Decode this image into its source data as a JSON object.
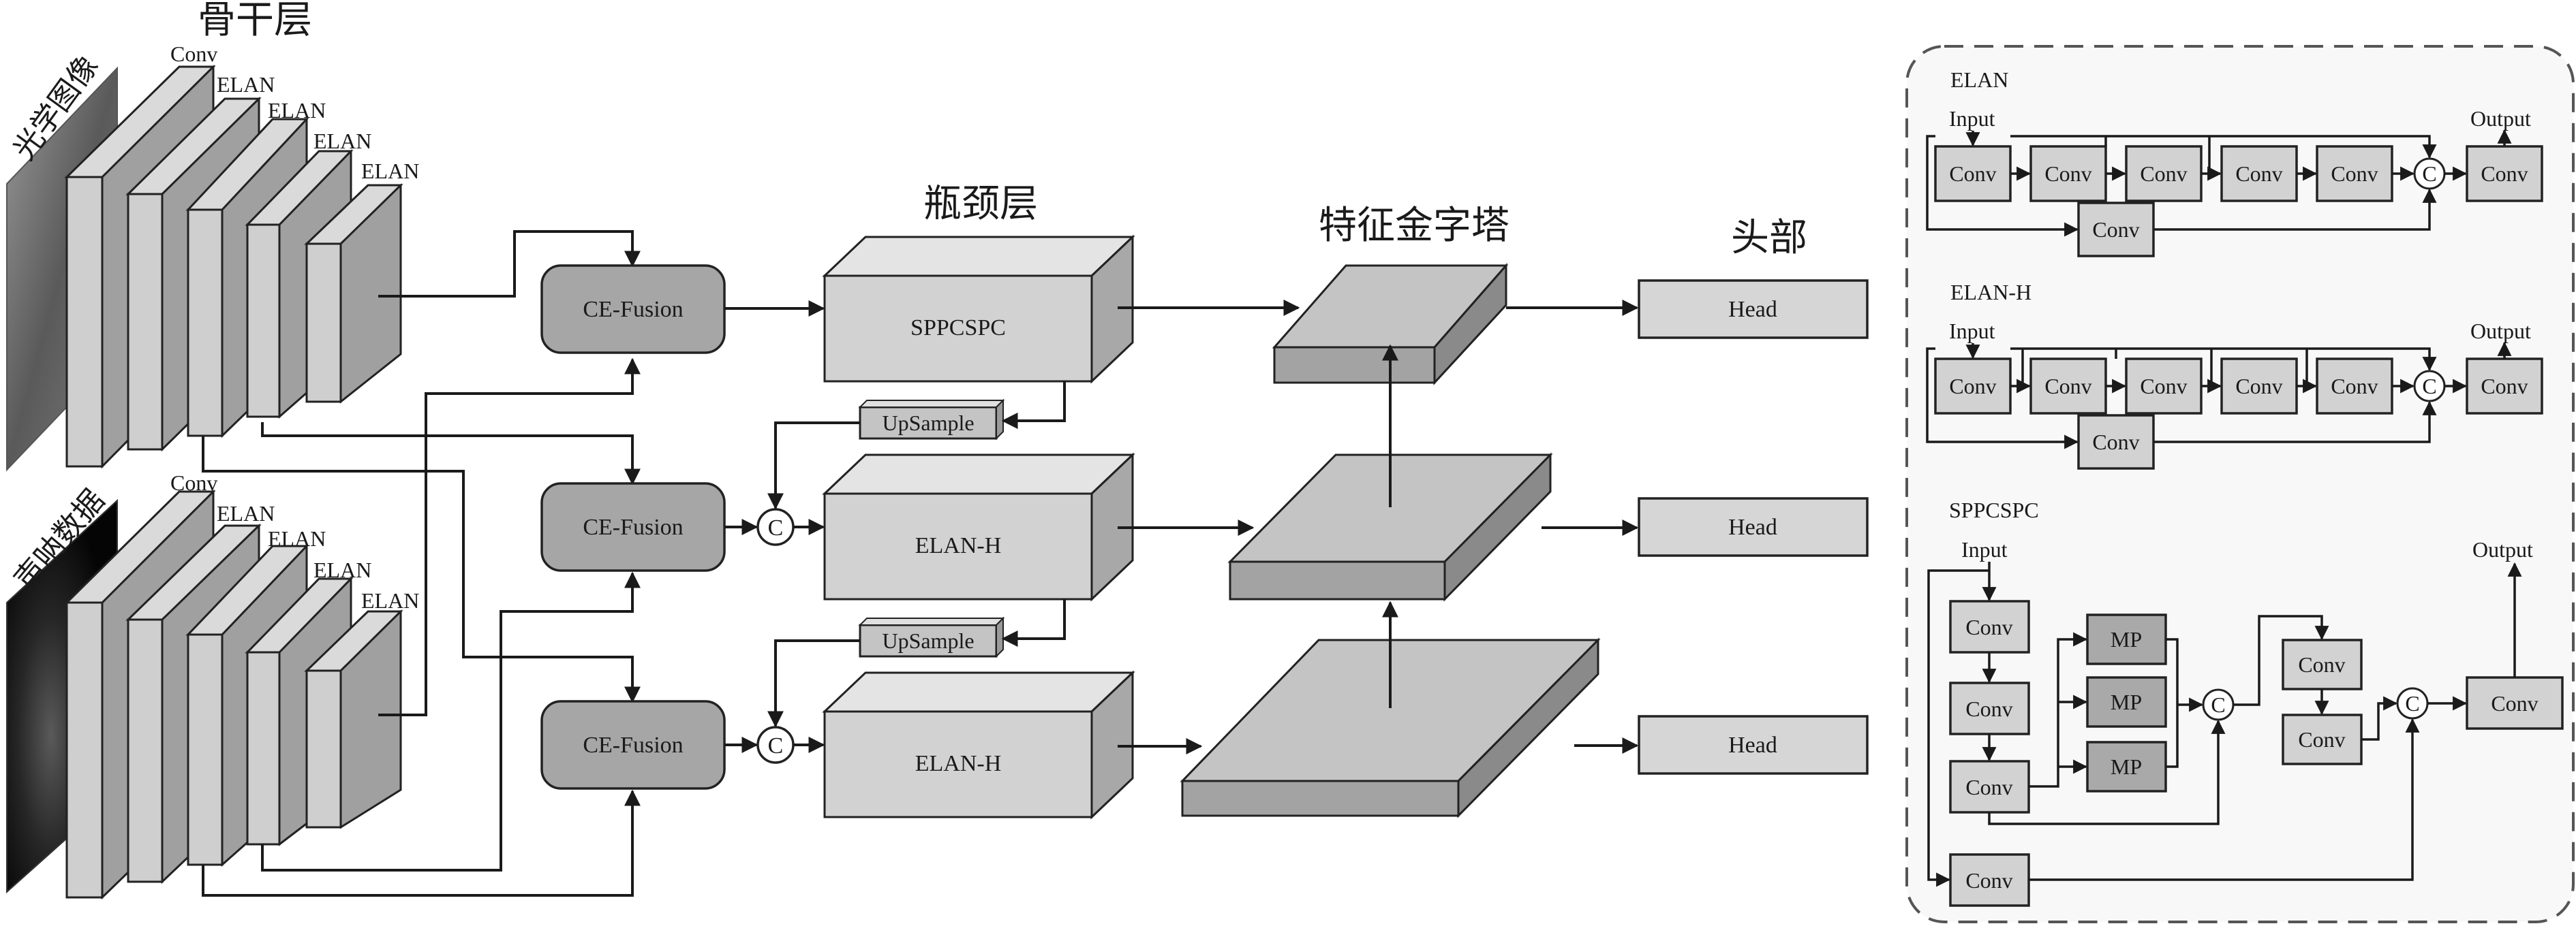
{
  "titles": {
    "backbone": "骨干层",
    "neck": "瓶颈层",
    "pyramid": "特征金字塔",
    "head": "头部"
  },
  "inputs": {
    "optical": "光学图像",
    "sonar": "声呐数据"
  },
  "backbone_labels": {
    "top": [
      "Conv",
      "ELAN",
      "ELAN",
      "ELAN",
      "ELAN"
    ],
    "bottom": [
      "Conv",
      "ELAN",
      "ELAN",
      "ELAN",
      "ELAN"
    ]
  },
  "fusion": [
    "CE-Fusion",
    "CE-Fusion",
    "CE-Fusion"
  ],
  "neck_blocks": [
    "SPPCSPC",
    "ELAN-H",
    "ELAN-H"
  ],
  "upsample": [
    "UpSample",
    "UpSample"
  ],
  "concat_symbol": "C",
  "heads": [
    "Head",
    "Head",
    "Head"
  ],
  "inset": {
    "elan": {
      "title": "ELAN",
      "input": "Input",
      "output": "Output",
      "row": [
        "Conv",
        "Conv",
        "Conv",
        "Conv",
        "Conv"
      ],
      "bypass": "Conv",
      "concat": "C",
      "out": "Conv"
    },
    "elanh": {
      "title": "ELAN-H",
      "input": "Input",
      "output": "Output",
      "row": [
        "Conv",
        "Conv",
        "Conv",
        "Conv",
        "Conv"
      ],
      "bypass": "Conv",
      "concat": "C",
      "out": "Conv"
    },
    "spp": {
      "title": "SPPCSPC",
      "input": "Input",
      "output": "Output",
      "left": [
        "Conv",
        "Conv",
        "Conv"
      ],
      "pools": [
        "MP",
        "MP",
        "MP"
      ],
      "mid": [
        "Conv",
        "Conv"
      ],
      "bypass": "Conv",
      "out": "Conv",
      "concat": "C"
    }
  },
  "colors": {
    "box_fill": "#d2d2d2",
    "box_dark": "#a9a9a9",
    "fusion_fill": "#a6a6a6",
    "inset_bg": "#f8f8f8"
  }
}
